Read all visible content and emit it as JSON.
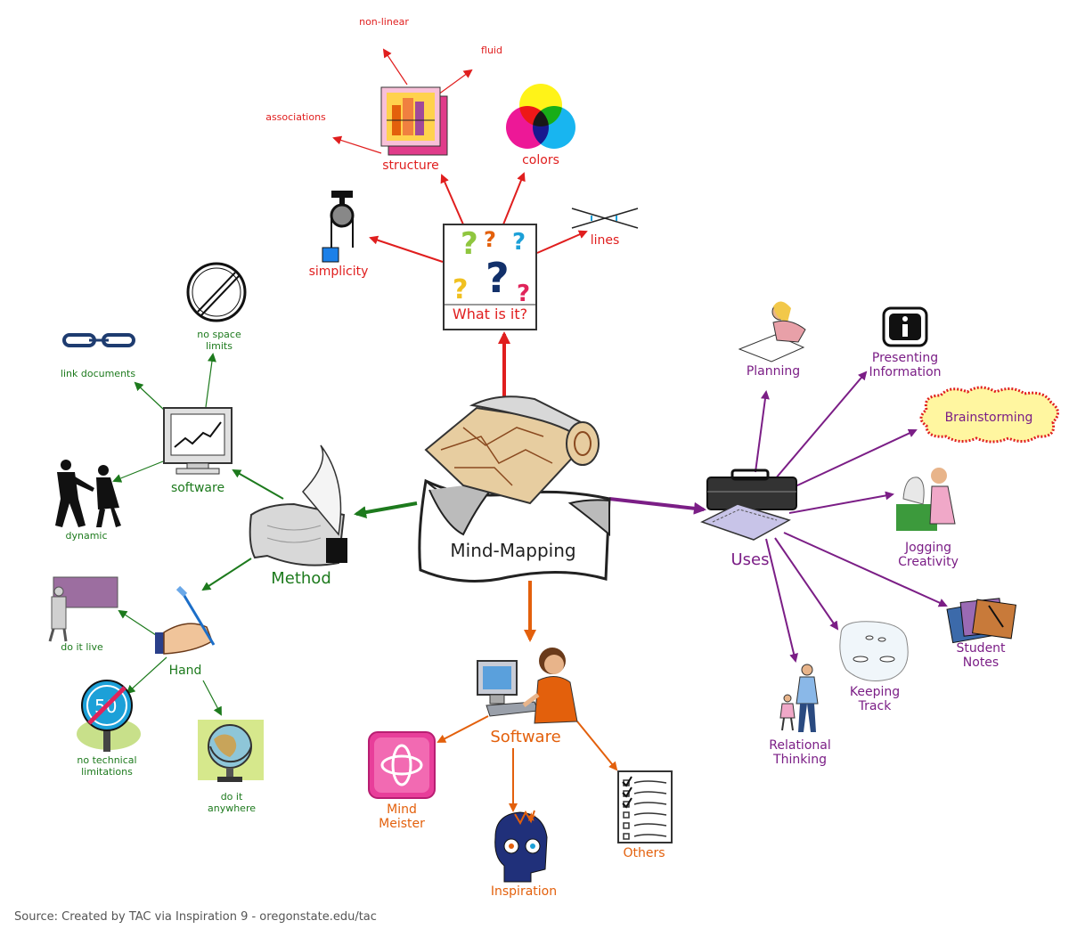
{
  "center": {
    "label": "Mind-Mapping"
  },
  "whatisit": {
    "label": "What is it?",
    "color": "#e01e1e",
    "children": {
      "structure": "structure",
      "colors": "colors",
      "lines": "lines",
      "simplicity": "simplicity",
      "nonlinear": "non-linear",
      "fluid": "fluid",
      "associations": "associations"
    }
  },
  "method": {
    "label": "Method",
    "color": "#1d7a1d",
    "software": {
      "label": "software",
      "nospace": "no space\nlimits",
      "linkdocs": "link documents",
      "dynamic": "dynamic"
    },
    "hand": {
      "label": "Hand",
      "live": "do it live",
      "notech": "no technical\nlimitations",
      "anywhere": "do it\nanywhere"
    },
    "sign_text": "50"
  },
  "software": {
    "label": "Software",
    "color": "#e3600c",
    "mindmeister": "Mind\nMeister",
    "inspiration": "Inspiration",
    "others": "Others"
  },
  "uses": {
    "label": "Uses",
    "color": "#7b1e86",
    "planning": "Planning",
    "presenting": "Presenting\nInformation",
    "brainstorming": "Brainstorming",
    "jogging": "Jogging\nCreativity",
    "student": "Student\nNotes",
    "keeping": "Keeping\nTrack",
    "relational": "Relational\nThinking"
  },
  "source": "Source: Created by TAC via Inspiration 9 - oregonstate.edu/tac"
}
